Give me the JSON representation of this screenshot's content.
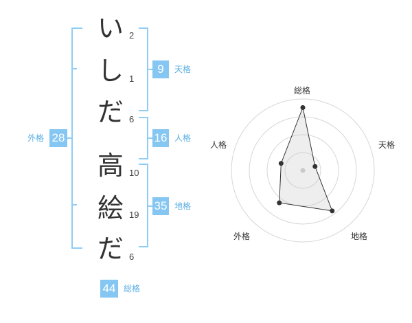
{
  "name": {
    "family": [
      {
        "char": "い",
        "strokes": "2"
      },
      {
        "char": "し",
        "strokes": "1"
      },
      {
        "char": "だ",
        "strokes": "6"
      }
    ],
    "given": [
      {
        "char": "高",
        "strokes": "10"
      },
      {
        "char": "絵",
        "strokes": "19"
      },
      {
        "char": "だ",
        "strokes": "6"
      }
    ]
  },
  "scores": {
    "tenkaku": {
      "value": "9",
      "label": "天格"
    },
    "jinkaku": {
      "value": "16",
      "label": "人格"
    },
    "chikaku": {
      "value": "35",
      "label": "地格"
    },
    "gaikaku": {
      "value": "28",
      "label": "外格"
    },
    "soukaku": {
      "value": "44",
      "label": "総格"
    }
  },
  "colors": {
    "accent": "#85c7f2",
    "bracket": "#8ecdf5",
    "label": "#5aaee3"
  },
  "chart_data": {
    "type": "radar",
    "axes": [
      "総格",
      "天格",
      "地格",
      "外格",
      "人格"
    ],
    "values": [
      44,
      9,
      35,
      28,
      16
    ],
    "rings": 4
  }
}
